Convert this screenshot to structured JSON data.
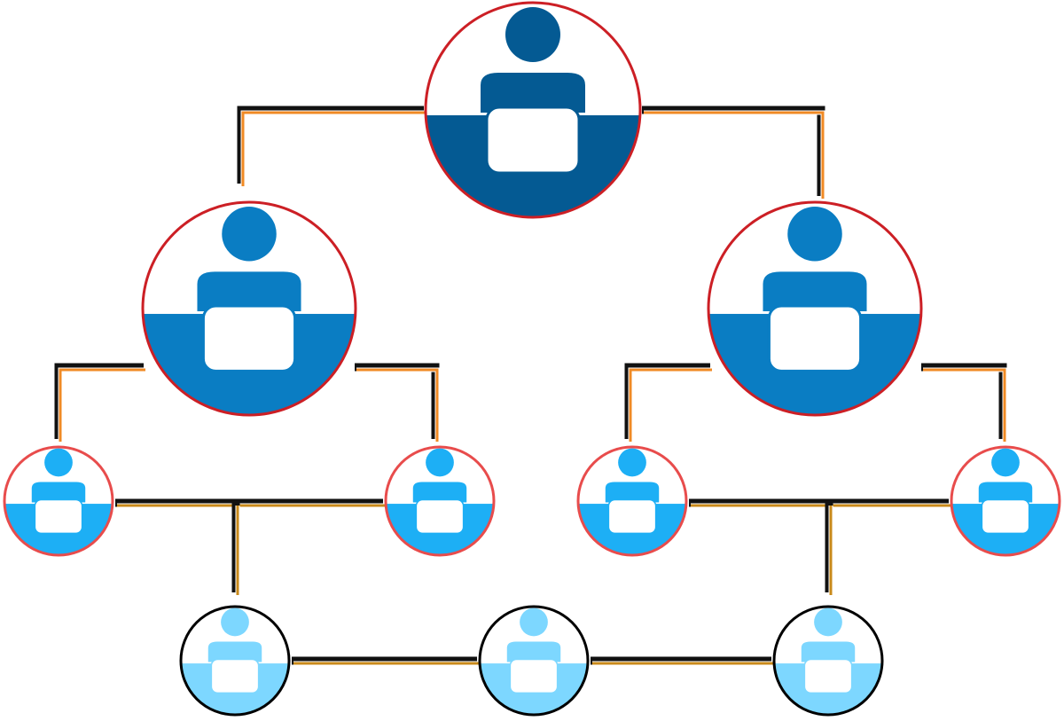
{
  "diagram": {
    "type": "org-chart",
    "levels": [
      {
        "level": 1,
        "fill": "#045A93",
        "ring": "#CC1F25",
        "icon": "person-at-desk-icon"
      },
      {
        "level": 2,
        "fill": "#0A7DC3",
        "ring": "#CC1F25",
        "icon": "person-at-desk-icon"
      },
      {
        "level": 3,
        "fill": "#1DAFF5",
        "ring": "#E84C4C",
        "icon": "person-at-desk-icon"
      },
      {
        "level": 4,
        "fill": "#7DD7FF",
        "ring": "#000000",
        "icon": "person-at-desk-icon"
      }
    ],
    "nodes": [
      {
        "id": "root",
        "level": 1
      },
      {
        "id": "manager-left",
        "level": 2
      },
      {
        "id": "manager-right",
        "level": 2
      },
      {
        "id": "lead-1",
        "level": 3
      },
      {
        "id": "lead-2",
        "level": 3
      },
      {
        "id": "lead-3",
        "level": 3
      },
      {
        "id": "lead-4",
        "level": 3
      },
      {
        "id": "member-1",
        "level": 4
      },
      {
        "id": "member-2",
        "level": 4
      },
      {
        "id": "member-3",
        "level": 4
      }
    ],
    "connector_colors": {
      "dark": "#111111",
      "orange": "#F08A24",
      "gold": "#C98A1A"
    }
  }
}
